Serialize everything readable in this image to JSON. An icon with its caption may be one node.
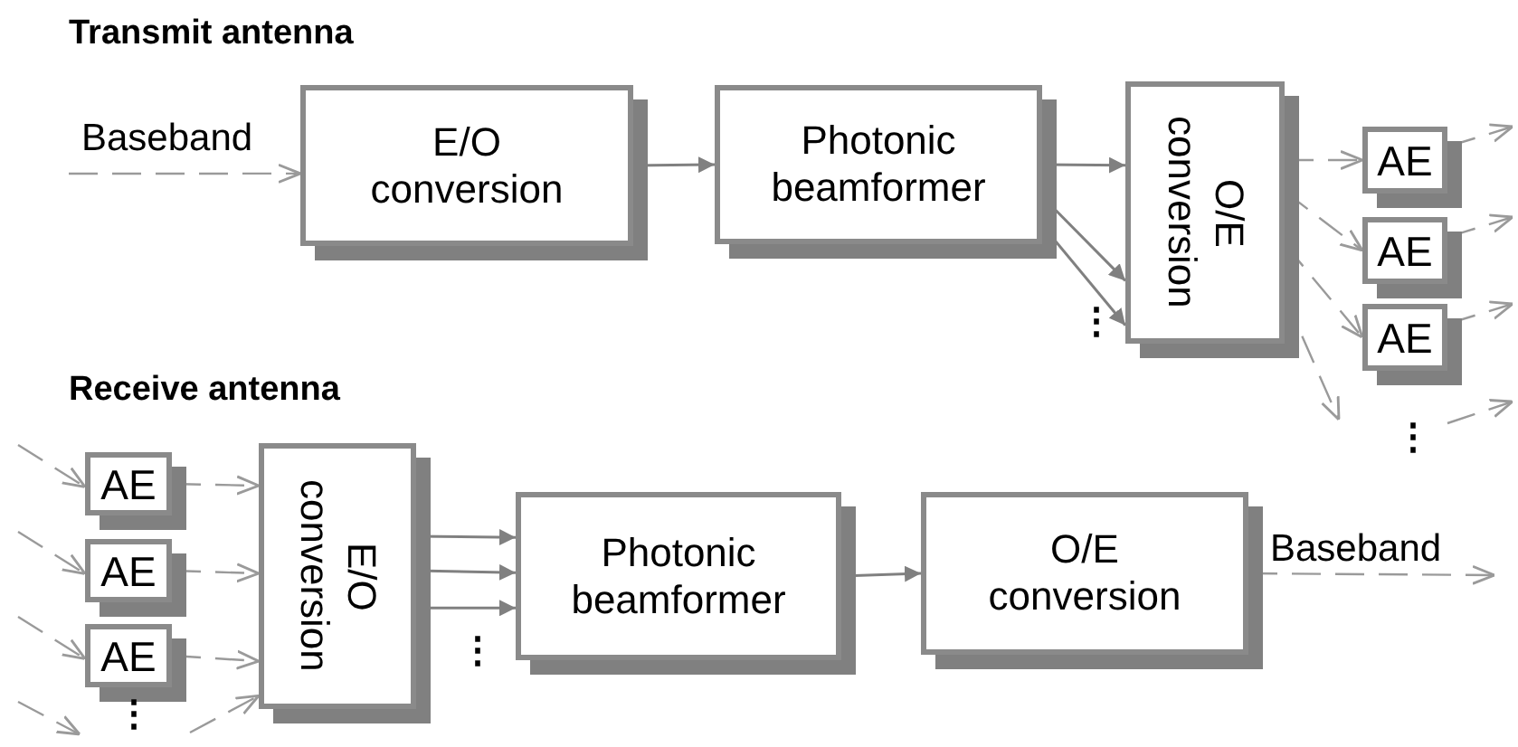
{
  "diagram": {
    "nodes": [
      {
        "text": [
          "E/O conversion"
        ]
      },
      {
        "text": [
          "Photonic beamformer"
        ]
      },
      {
        "text": [
          "O/E conversion"
        ]
      },
      {
        "text": [
          "AE"
        ]
      },
      {
        "text": [
          "AE"
        ]
      },
      {
        "text": [
          "AE"
        ]
      },
      {
        "text": [
          "AE"
        ]
      },
      {
        "text": [
          "AE"
        ]
      },
      {
        "text": [
          "AE"
        ]
      },
      {
        "text": [
          "E/O conversion"
        ]
      },
      {
        "text": [
          "Photonic beamformer"
        ]
      },
      {
        "text": [
          "O/E conversion"
        ]
      }
    ],
    "edges": [
      {
        "from": null,
        "to": 0,
        "arrow": "to",
        "style": "dashed",
        "label": "Baseband"
      },
      {
        "from": 0,
        "to": 1,
        "arrow": "to"
      },
      {
        "from": 1,
        "to": 2,
        "arrow": "to"
      },
      {
        "from": 1,
        "to": 2,
        "arrow": "to"
      },
      {
        "from": 1,
        "to": 2,
        "arrow": "to"
      },
      {
        "from": 2,
        "to": 3,
        "arrow": "to",
        "style": "dashed"
      },
      {
        "from": 2,
        "to": 4,
        "arrow": "to",
        "style": "dashed"
      },
      {
        "from": 2,
        "to": 5,
        "arrow": "to",
        "style": "dashed"
      },
      {
        "from": 2,
        "to": null,
        "arrow": "to",
        "style": "dashed"
      },
      {
        "from": 3,
        "to": null,
        "arrow": "to",
        "style": "dashed"
      },
      {
        "from": 4,
        "to": null,
        "arrow": "to",
        "style": "dashed"
      },
      {
        "from": 5,
        "to": null,
        "arrow": "to",
        "style": "dashed"
      },
      {
        "from": null,
        "to": 6,
        "arrow": "to",
        "style": "dashed"
      },
      {
        "from": null,
        "to": 7,
        "arrow": "to",
        "style": "dashed"
      },
      {
        "from": null,
        "to": 8,
        "arrow": "to",
        "style": "dashed"
      },
      {
        "from": 6,
        "to": 9,
        "arrow": "to",
        "style": "dashed"
      },
      {
        "from": 7,
        "to": 9,
        "arrow": "to",
        "style": "dashed"
      },
      {
        "from": 8,
        "to": 9,
        "arrow": "to",
        "style": "dashed"
      },
      {
        "from": null,
        "to": 9,
        "arrow": "to",
        "style": "dashed"
      },
      {
        "from": 9,
        "to": 10,
        "arrow": "to"
      },
      {
        "from": 9,
        "to": 10,
        "arrow": "to"
      },
      {
        "from": 9,
        "to": 10,
        "arrow": "to"
      },
      {
        "from": 10,
        "to": 11,
        "arrow": "to"
      },
      {
        "from": 11,
        "to": null,
        "arrow": "to",
        "style": "dashed",
        "label": "Baseband"
      }
    ],
    "labels": [
      "Transmit antenna",
      "⋮",
      "⋮",
      "Receive antenna",
      "⋮",
      "⋮"
    ]
  }
}
